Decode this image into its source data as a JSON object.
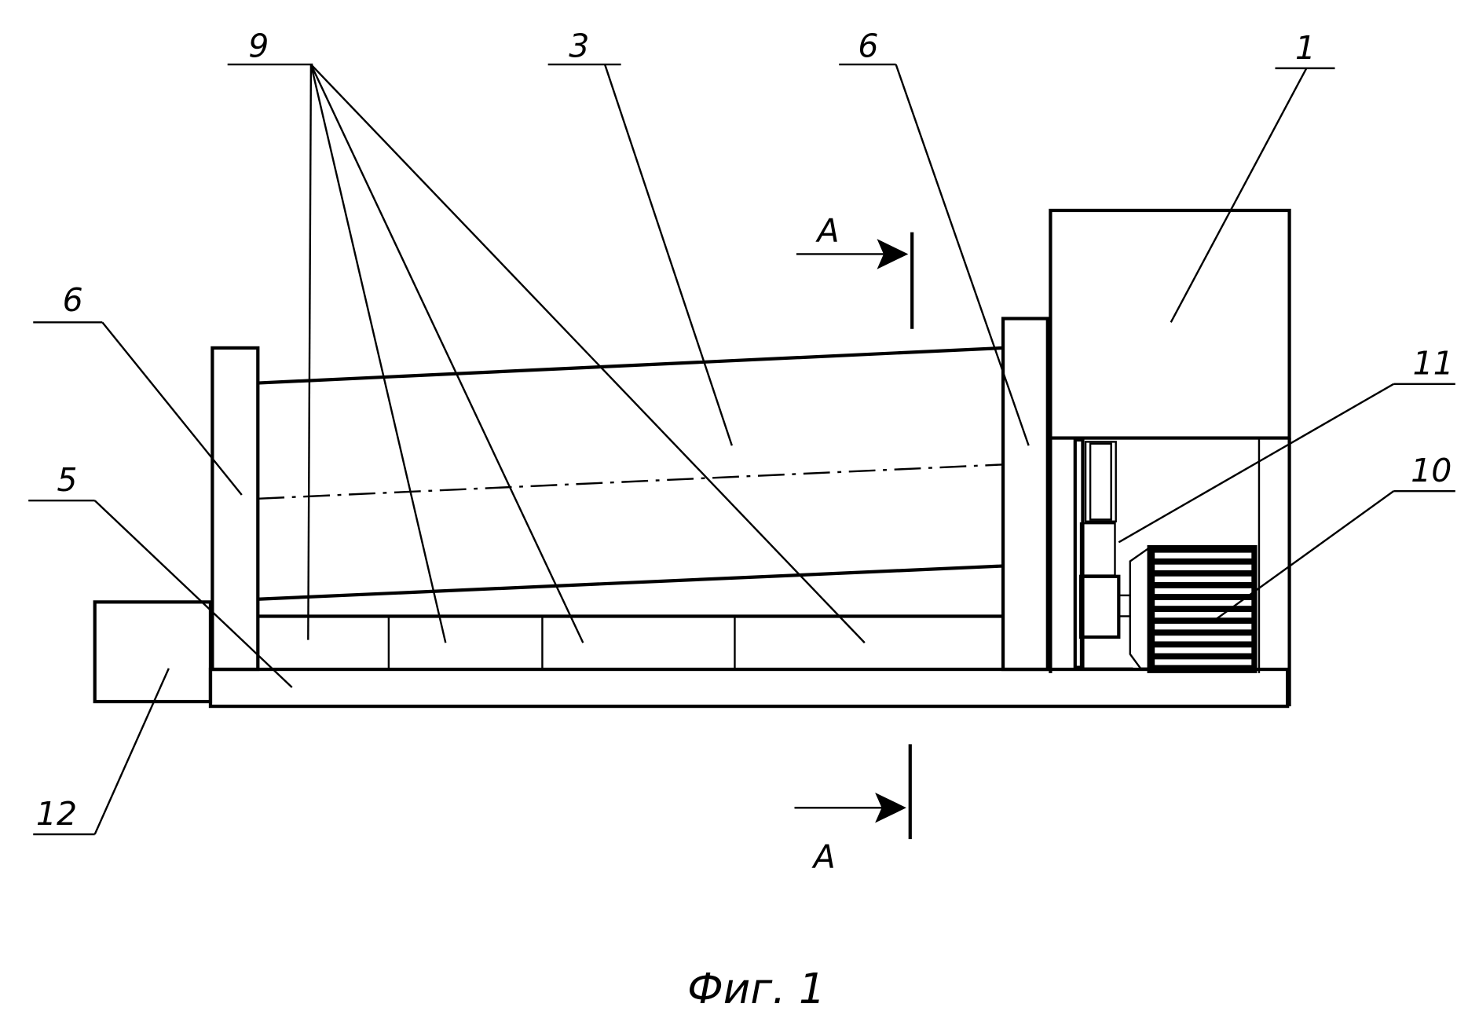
{
  "figure": {
    "caption": "Фиг. 1",
    "labels": {
      "housing": "1",
      "drum": "3",
      "base": "5",
      "support_left": "6",
      "support_right": "6",
      "elements": "9",
      "motor": "10",
      "coupling": "11",
      "box": "12"
    },
    "section": {
      "top": "A",
      "bottom": "A"
    }
  }
}
